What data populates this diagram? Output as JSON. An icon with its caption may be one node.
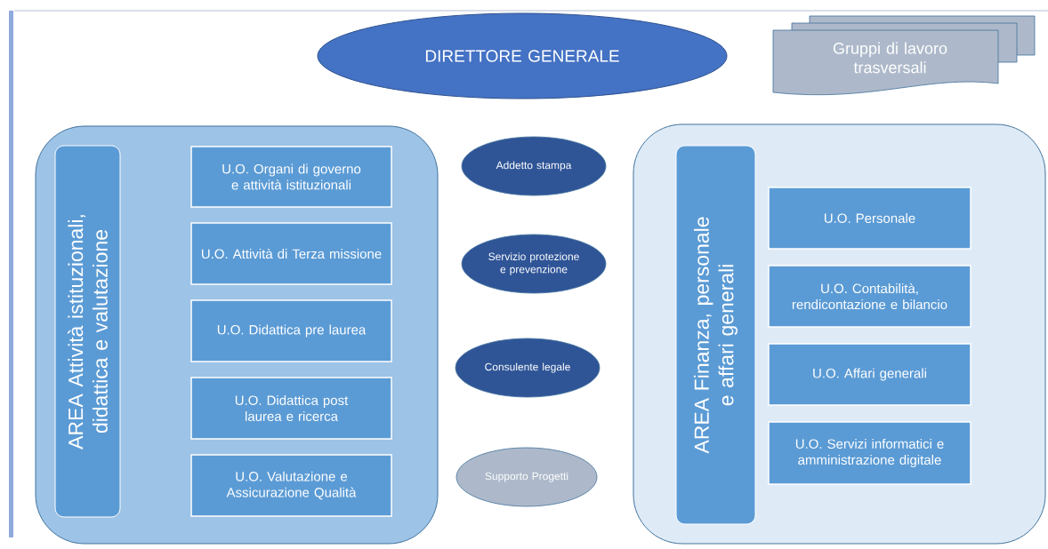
{
  "diagram": {
    "nodes": [
      {
        "text": [
          "DIRETTORE GENERALE"
        ]
      },
      {
        "text": [
          "Gruppi di lavoro trasversali"
        ]
      },
      {
        "text": [],
        "shape": "box"
      },
      {
        "text": [
          "AREA Attività istituzionali, didattica  e valutazione"
        ],
        "in": 2
      },
      {
        "text": [
          "U.O. Organi di governo e attività istituzionali"
        ],
        "in": 2
      },
      {
        "text": [
          "U.O. Attività di Terza missione"
        ],
        "in": 2
      },
      {
        "text": [
          "U.O. Didattica pre laurea"
        ],
        "in": 2
      },
      {
        "text": [
          "U.O. Didattica post laurea e ricerca"
        ],
        "in": 2
      },
      {
        "text": [
          "U.O. Valutazione e Assicurazione Qualità"
        ],
        "in": 2
      },
      {
        "text": [
          "Addetto stampa"
        ]
      },
      {
        "text": [
          "Servizio protezione e prevenzione"
        ]
      },
      {
        "text": [
          "Consulente legale"
        ]
      },
      {
        "text": [
          "Supporto Progetti"
        ]
      },
      {
        "text": [],
        "shape": "box"
      },
      {
        "text": [
          "AREA Finanza, personale e affari generali"
        ],
        "in": 13
      },
      {
        "text": [
          "U.O. Personale"
        ],
        "in": 13
      },
      {
        "text": [
          "U.O. Contabilità, rendicontazione e bilancio"
        ],
        "in": 13
      },
      {
        "text": [
          "U.O. Affari generali"
        ],
        "in": 13
      },
      {
        "text": [
          "U.O. Servizi informatici e amministrazione digitale"
        ],
        "in": 13
      }
    ]
  }
}
